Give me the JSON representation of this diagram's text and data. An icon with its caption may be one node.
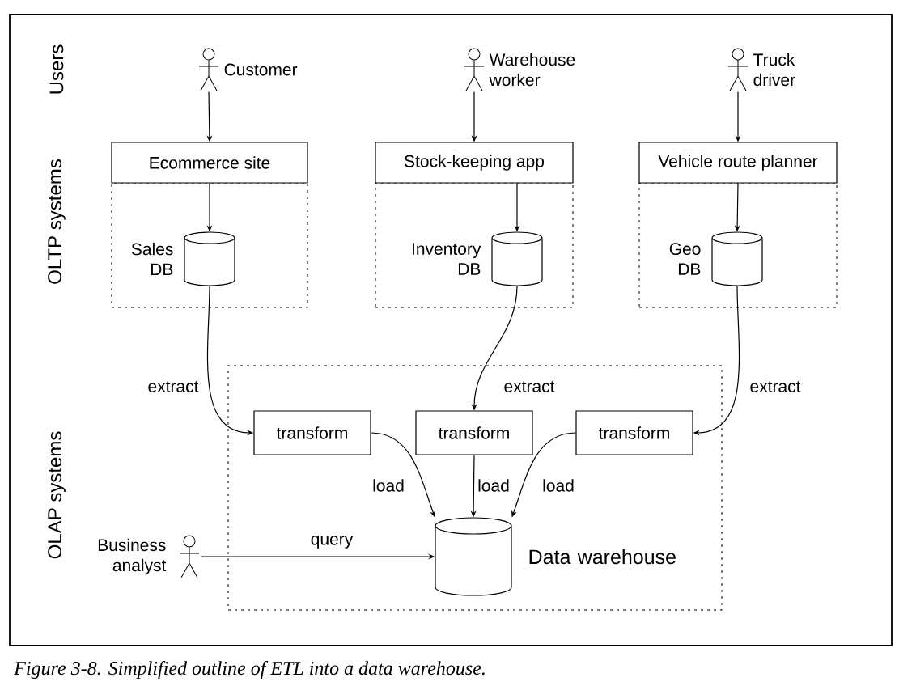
{
  "diagram": {
    "caption": "Figure 3-8. Simplified outline of ETL into a data warehouse.",
    "nodes": [
      {
        "text": [],
        "shape": "person",
        "beside": [
          "Customer"
        ]
      },
      {
        "text": [],
        "shape": "person",
        "beside": [
          "Warehouse worker"
        ]
      },
      {
        "text": [],
        "shape": "person",
        "beside": [
          "Truck driver"
        ]
      },
      {
        "text": [
          "Ecommerce site"
        ]
      },
      {
        "text": [
          "Stock-keeping app"
        ]
      },
      {
        "text": [
          "Vehicle route planner"
        ]
      },
      {
        "text": [],
        "shape": "box"
      },
      {
        "text": [],
        "shape": "box"
      },
      {
        "text": [],
        "shape": "box"
      },
      {
        "text": [],
        "shape": "cylinder",
        "beside": [
          "Sales DB"
        ],
        "in": 6
      },
      {
        "text": [],
        "shape": "cylinder",
        "beside": [
          "Inventory DB"
        ],
        "in": 7
      },
      {
        "text": [],
        "shape": "cylinder",
        "beside": [
          "Geo DB"
        ],
        "in": 8
      },
      {
        "text": [],
        "shape": "box"
      },
      {
        "text": [
          "transform"
        ],
        "in": 12
      },
      {
        "text": [
          "transform"
        ],
        "in": 12
      },
      {
        "text": [
          "transform"
        ],
        "in": 12
      },
      {
        "text": [],
        "shape": "cylinder",
        "beside": [
          "Data warehouse"
        ],
        "in": 12
      },
      {
        "text": [],
        "shape": "person",
        "beside": [
          "Business analyst"
        ]
      }
    ],
    "edges": [
      {
        "from": 0,
        "to": 3,
        "arrow": "to"
      },
      {
        "from": 1,
        "to": 4,
        "arrow": "to"
      },
      {
        "from": 2,
        "to": 5,
        "arrow": "to"
      },
      {
        "from": 3,
        "to": 9,
        "arrow": "to"
      },
      {
        "from": 4,
        "to": 10,
        "arrow": "to"
      },
      {
        "from": 5,
        "to": 11,
        "arrow": "to"
      },
      {
        "from": 9,
        "to": 13,
        "arrow": "to",
        "label": "extract"
      },
      {
        "from": 10,
        "to": 14,
        "arrow": "to",
        "label": "extract"
      },
      {
        "from": 11,
        "to": 15,
        "arrow": "to",
        "label": "extract"
      },
      {
        "from": 13,
        "to": 16,
        "arrow": "to",
        "label": "load"
      },
      {
        "from": 14,
        "to": 16,
        "arrow": "to",
        "label": "load"
      },
      {
        "from": 15,
        "to": 16,
        "arrow": "to",
        "label": "load"
      },
      {
        "from": 17,
        "to": 16,
        "arrow": "to",
        "label": "query"
      }
    ],
    "labels": [
      "Users",
      "OLTP systems",
      "OLAP systems"
    ]
  }
}
